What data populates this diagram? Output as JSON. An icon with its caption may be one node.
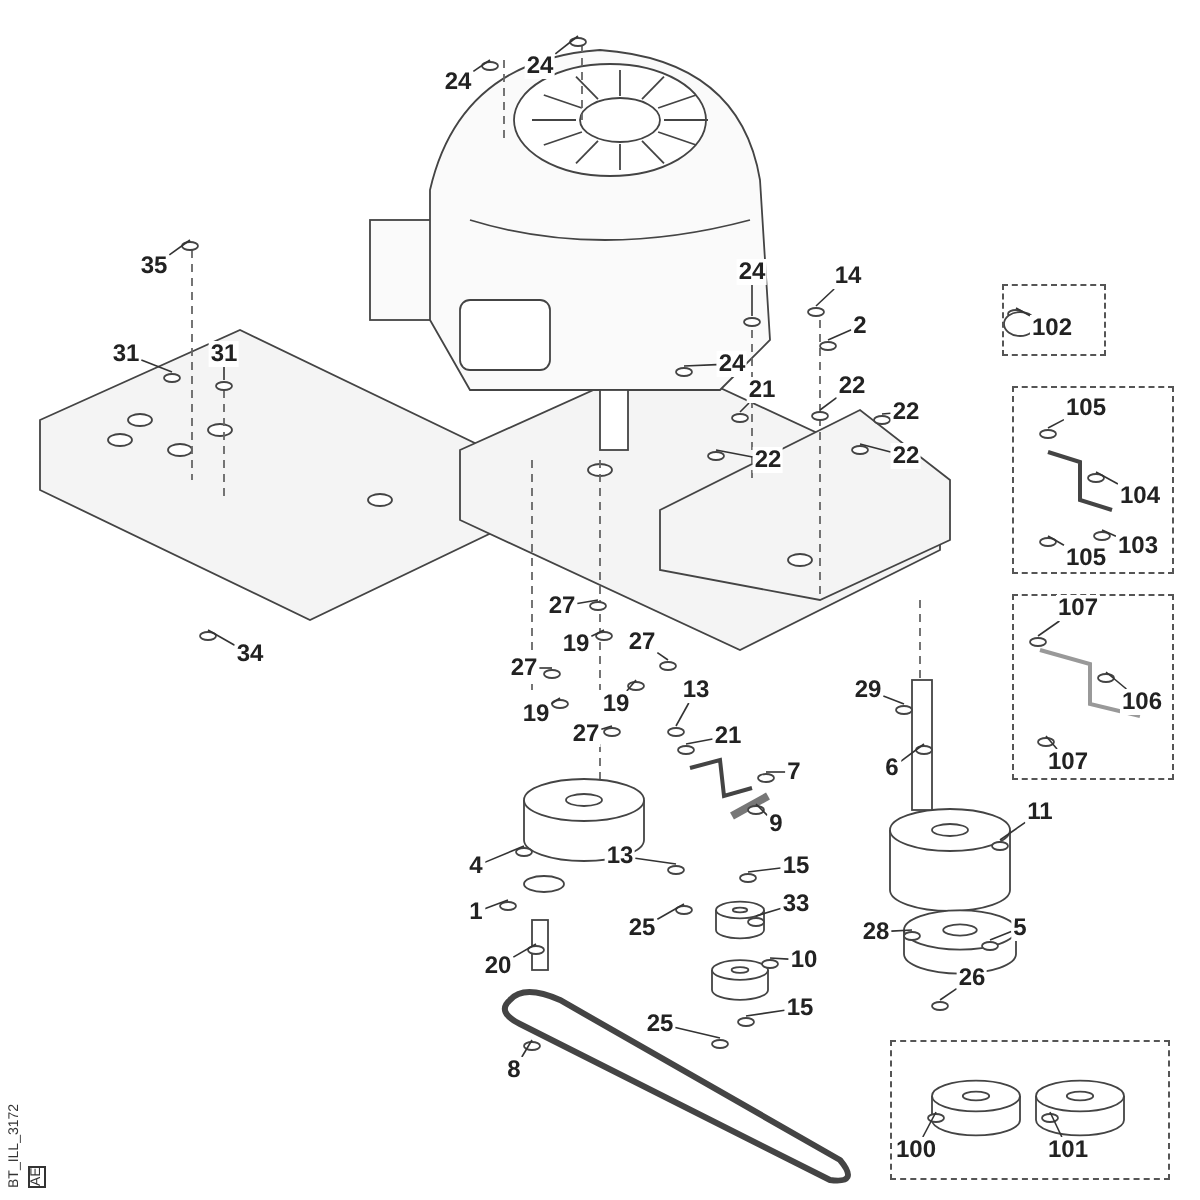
{
  "diagram": {
    "nodes": [
      {
        "text": [
          "24"
        ]
      },
      {
        "text": [
          "24"
        ]
      },
      {
        "text": [
          "35"
        ]
      },
      {
        "text": [
          "24"
        ]
      },
      {
        "text": [
          "14"
        ]
      },
      {
        "text": [],
        "shape": "box"
      },
      {
        "text": [
          "102"
        ],
        "in": 5
      },
      {
        "text": [
          "2"
        ]
      },
      {
        "text": [
          "31"
        ]
      },
      {
        "text": [
          "31"
        ]
      },
      {
        "text": [
          "24"
        ]
      },
      {
        "text": [
          "21"
        ]
      },
      {
        "text": [
          "22"
        ]
      },
      {
        "text": [],
        "shape": "box"
      },
      {
        "text": [
          "105"
        ],
        "in": 13
      },
      {
        "text": [
          "22"
        ]
      },
      {
        "text": [
          "22"
        ]
      },
      {
        "text": [
          "22"
        ]
      },
      {
        "text": [
          "104"
        ],
        "in": 13
      },
      {
        "text": [
          "103"
        ],
        "in": 13
      },
      {
        "text": [
          "105"
        ],
        "in": 13
      },
      {
        "text": [],
        "shape": "box"
      },
      {
        "text": [
          "107"
        ],
        "in": 21
      },
      {
        "text": [
          "27"
        ]
      },
      {
        "text": [
          "19"
        ]
      },
      {
        "text": [
          "34"
        ]
      },
      {
        "text": [
          "27"
        ]
      },
      {
        "text": [
          "27"
        ]
      },
      {
        "text": [
          "19"
        ]
      },
      {
        "text": [
          "13"
        ]
      },
      {
        "text": [
          "29"
        ]
      },
      {
        "text": [
          "106"
        ],
        "in": 21
      },
      {
        "text": [
          "27"
        ]
      },
      {
        "text": [
          "19"
        ]
      },
      {
        "text": [
          "21"
        ]
      },
      {
        "text": [
          "107"
        ],
        "in": 21
      },
      {
        "text": [
          "6"
        ]
      },
      {
        "text": [
          "7"
        ]
      },
      {
        "text": [
          "9"
        ]
      },
      {
        "text": [
          "11"
        ]
      },
      {
        "text": [
          "4"
        ]
      },
      {
        "text": [
          "13"
        ]
      },
      {
        "text": [
          "15"
        ]
      },
      {
        "text": [
          "1"
        ]
      },
      {
        "text": [
          "33"
        ]
      },
      {
        "text": [
          "25"
        ]
      },
      {
        "text": [
          "28"
        ]
      },
      {
        "text": [
          "5"
        ]
      },
      {
        "text": [
          "20"
        ]
      },
      {
        "text": [
          "10"
        ]
      },
      {
        "text": [
          "26"
        ]
      },
      {
        "text": [
          "15"
        ]
      },
      {
        "text": [
          "25"
        ]
      },
      {
        "text": [
          "8"
        ]
      },
      {
        "text": [],
        "shape": "box"
      },
      {
        "text": [
          "100"
        ],
        "in": 54
      },
      {
        "text": [
          "101"
        ],
        "in": 54
      }
    ],
    "edges": [
      {
        "from": 0,
        "to": null,
        "arrow": "none"
      },
      {
        "from": 1,
        "to": null,
        "arrow": "none"
      },
      {
        "from": 2,
        "to": null,
        "arrow": "none"
      },
      {
        "from": 3,
        "to": null,
        "arrow": "none"
      },
      {
        "from": 4,
        "to": null,
        "arrow": "none"
      },
      {
        "from": 6,
        "to": null,
        "arrow": "none"
      },
      {
        "from": 7,
        "to": null,
        "arrow": "none"
      },
      {
        "from": 8,
        "to": null,
        "arrow": "none"
      },
      {
        "from": 9,
        "to": null,
        "arrow": "none"
      },
      {
        "from": 10,
        "to": null,
        "arrow": "none"
      },
      {
        "from": 11,
        "to": null,
        "arrow": "none"
      },
      {
        "from": 12,
        "to": null,
        "arrow": "none"
      },
      {
        "from": 14,
        "to": null,
        "arrow": "none"
      },
      {
        "from": 15,
        "to": null,
        "arrow": "none"
      },
      {
        "from": 16,
        "to": null,
        "arrow": "none"
      },
      {
        "from": 17,
        "to": null,
        "arrow": "none"
      },
      {
        "from": 18,
        "to": null,
        "arrow": "none"
      },
      {
        "from": 19,
        "to": null,
        "arrow": "none"
      },
      {
        "from": 20,
        "to": null,
        "arrow": "none"
      },
      {
        "from": 22,
        "to": null,
        "arrow": "none"
      },
      {
        "from": 23,
        "to": null,
        "arrow": "none"
      },
      {
        "from": 24,
        "to": null,
        "arrow": "none"
      },
      {
        "from": 25,
        "to": null,
        "arrow": "none"
      },
      {
        "from": 26,
        "to": null,
        "arrow": "none"
      },
      {
        "from": 27,
        "to": null,
        "arrow": "none"
      },
      {
        "from": 28,
        "to": null,
        "arrow": "none"
      },
      {
        "from": 29,
        "to": null,
        "arrow": "none"
      },
      {
        "from": 30,
        "to": null,
        "arrow": "none"
      },
      {
        "from": 31,
        "to": null,
        "arrow": "none"
      },
      {
        "from": 32,
        "to": null,
        "arrow": "none"
      },
      {
        "from": 33,
        "to": null,
        "arrow": "none"
      },
      {
        "from": 34,
        "to": null,
        "arrow": "none"
      },
      {
        "from": 35,
        "to": null,
        "arrow": "none"
      },
      {
        "from": 36,
        "to": null,
        "arrow": "none"
      },
      {
        "from": 37,
        "to": null,
        "arrow": "none"
      },
      {
        "from": 38,
        "to": null,
        "arrow": "none"
      },
      {
        "from": 39,
        "to": null,
        "arrow": "none"
      },
      {
        "from": 40,
        "to": null,
        "arrow": "none"
      },
      {
        "from": 41,
        "to": null,
        "arrow": "none"
      },
      {
        "from": 42,
        "to": null,
        "arrow": "none"
      },
      {
        "from": 43,
        "to": null,
        "arrow": "none"
      },
      {
        "from": 44,
        "to": null,
        "arrow": "none"
      },
      {
        "from": 45,
        "to": null,
        "arrow": "none"
      },
      {
        "from": 46,
        "to": null,
        "arrow": "none"
      },
      {
        "from": 47,
        "to": null,
        "arrow": "none"
      },
      {
        "from": 48,
        "to": null,
        "arrow": "none"
      },
      {
        "from": 49,
        "to": null,
        "arrow": "none"
      },
      {
        "from": 50,
        "to": null,
        "arrow": "none"
      },
      {
        "from": 51,
        "to": null,
        "arrow": "none"
      },
      {
        "from": 52,
        "to": null,
        "arrow": "none"
      },
      {
        "from": 53,
        "to": null,
        "arrow": "none"
      },
      {
        "from": 55,
        "to": null,
        "arrow": "none"
      },
      {
        "from": 56,
        "to": null,
        "arrow": "none"
      }
    ],
    "labels": [
      "BT_ILL_3172",
      "AE"
    ]
  }
}
